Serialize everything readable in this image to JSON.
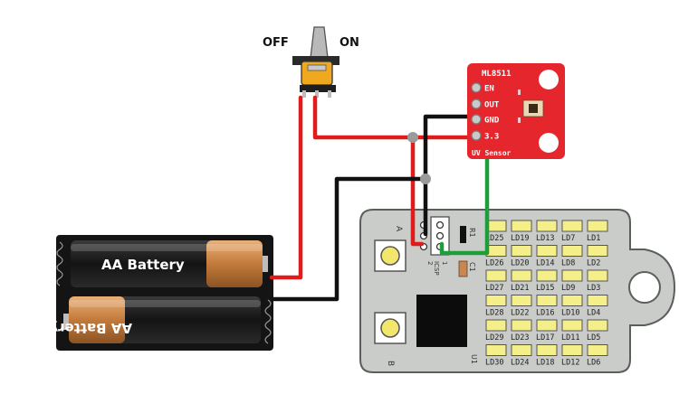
{
  "switch": {
    "off_label": "OFF",
    "on_label": "ON"
  },
  "sensor": {
    "title": "ML8511",
    "pins": [
      "EN",
      "OUT",
      "GND",
      "3.3"
    ],
    "footer": "UV Sensor"
  },
  "battery": {
    "cell_label": "AA Battery"
  },
  "board": {
    "button_a": "A",
    "button_b": "B",
    "r1": "R1",
    "c1": "C1",
    "u1": "U1",
    "icsp": "ICSP",
    "icsp_pin1": "1",
    "icsp_pin2": "2",
    "led_rows": [
      [
        "LD25",
        "LD19",
        "LD13",
        "LD7",
        "LD1"
      ],
      [
        "LD26",
        "LD20",
        "LD14",
        "LD8",
        "LD2"
      ],
      [
        "LD27",
        "LD21",
        "LD15",
        "LD9",
        "LD3"
      ],
      [
        "LD28",
        "LD22",
        "LD16",
        "LD10",
        "LD4"
      ],
      [
        "LD29",
        "LD23",
        "LD17",
        "LD11",
        "LD5"
      ],
      [
        "LD30",
        "LD24",
        "LD18",
        "LD12",
        "LD6"
      ]
    ]
  },
  "colors": {
    "wire_red": "#e01b1b",
    "wire_black": "#111111",
    "wire_green": "#1e9e3a",
    "sensor_red": "#e6262d",
    "board_gray": "#c9ccc9",
    "led_yellow": "#f5ef8a"
  }
}
